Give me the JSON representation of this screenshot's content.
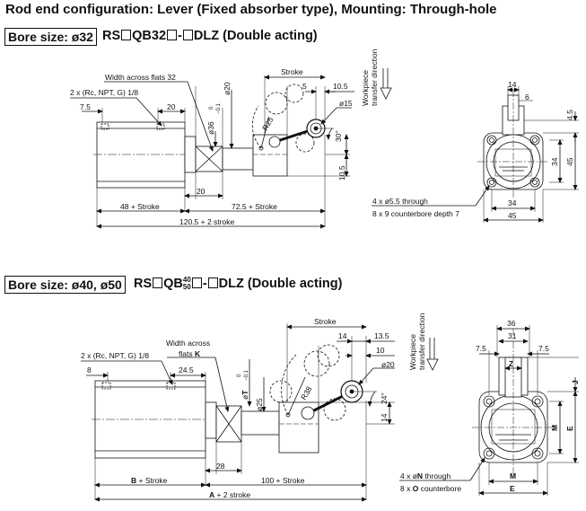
{
  "heading": "Rod end configuration: Lever (Fixed absorber type), Mounting: Through-hole",
  "section1": {
    "bore_label": "Bore size: ø32",
    "model_prefix": "RS",
    "model_mid": "QB32",
    "model_dash": "-",
    "model_suffix": "DLZ",
    "model_note": "(Double acting)",
    "side": {
      "width_across_flats": "Width across flats 32",
      "port": "2 x (Rc, NPT, G) 1/8",
      "d7_5": "7.5",
      "d20_top": "20",
      "d20_vert": "ø20",
      "d36": "ø36",
      "d36_tol_top": "0",
      "d36_tol_bottom": "−0.1",
      "r25": "R25",
      "stroke": "Stroke",
      "d5": "5",
      "d10_5_top": "10.5",
      "d15": "ø15",
      "d30deg": "30°",
      "d10_5_vert": "10.5",
      "d20_bottom": "20",
      "d48": "48 + Stroke",
      "d72_5": "72.5 + Stroke",
      "d120_5": "120.5 + 2 stroke",
      "workpiece_line1": "Workpiece",
      "workpiece_line2": "transfer direction"
    },
    "end": {
      "d14": "14",
      "d6": "6",
      "d4_5": "4.5",
      "d34_vert": "34",
      "d45_vert": "45",
      "d34_horiz": "34",
      "d45_horiz": "45",
      "holes": "4 x ø5.5 through",
      "counterbore": "8 x 9 counterbore depth 7"
    }
  },
  "section2": {
    "bore_label": "Bore size: ø40, ø50",
    "model_prefix": "RS",
    "model_mid": "QB",
    "model_stack_top": "40",
    "model_stack_bottom": "50",
    "model_dash": "-",
    "model_suffix": "DLZ",
    "model_note": "(Double acting)",
    "side": {
      "port": "2 x (Rc, NPT, G) 1/8",
      "width_across_line1": "Width across",
      "width_across_line2": "flats",
      "width_across_K": "K",
      "d8": "8",
      "d24_5": "24.5",
      "dT": "T",
      "dT_prefix": "ø",
      "dT_tol_top": "0",
      "dT_tol_bottom": "−0.1",
      "d25": "ø25",
      "r38": "R38",
      "stroke": "Stroke",
      "d14_top": "14",
      "d13_5": "13.5",
      "d10": "10",
      "d20": "ø20",
      "d24deg": "24°",
      "d14_vert": "14",
      "d28": "28",
      "dB": "B",
      "dB_suffix": " + Stroke",
      "d100": "100 + Stroke",
      "dA": "A",
      "dA_suffix": " + 2 stroke",
      "workpiece_line1": "Workpiece",
      "workpiece_line2": "transfer direction"
    },
    "end": {
      "d36": "36",
      "d31": "31",
      "d7_5_left": "7.5",
      "d7_5_right": "7.5",
      "dZ": "Z",
      "dJ": "J",
      "dM_vert": "M",
      "dE_vert": "E",
      "dM_horiz": "M",
      "dE_horiz": "E",
      "holes_prefix": "4 x ø",
      "holes_var": "N",
      "holes_suffix": " through",
      "counterbore_prefix": "8 x ",
      "counterbore_var": "O",
      "counterbore_suffix": " counterbore"
    }
  }
}
